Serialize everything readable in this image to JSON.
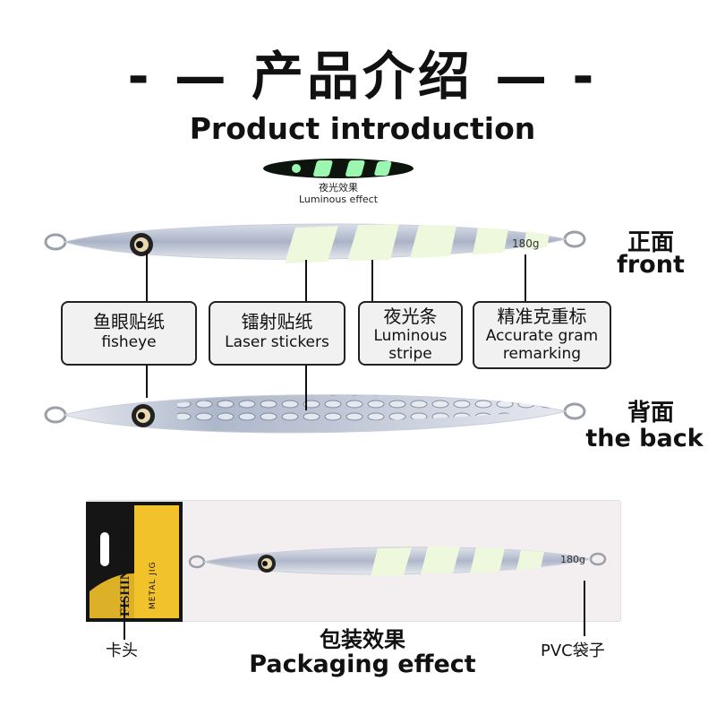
{
  "header": {
    "title_cn": "- — 产品介绍 — -",
    "title_en": "Product introduction"
  },
  "glow": {
    "caption_cn": "夜光效果",
    "caption_en": "Luminous effect"
  },
  "front": {
    "label_cn": "正面",
    "label_en": "front",
    "weight": "180g"
  },
  "callouts": [
    {
      "cn": "鱼眼贴纸",
      "en": "fisheye"
    },
    {
      "cn": "镭射贴纸",
      "en": "Laser stickers"
    },
    {
      "cn": "夜光条",
      "en": "Luminous stripe"
    },
    {
      "cn": "精准克重标",
      "en": "Accurate gram remarking"
    }
  ],
  "back": {
    "label_cn": "背面",
    "label_en": "the back"
  },
  "package": {
    "card_title": "FISHING LURE",
    "card_subtitle": "METAL JIG",
    "weight": "180g",
    "header_label": "卡头",
    "bag_label": "PVC袋子",
    "title_cn": "包装效果",
    "title_en": "Packaging effect"
  },
  "colors": {
    "glow_green": "#9bf7b0",
    "stripe_cream": "#eef8dc",
    "laser_silver": "#b9c3d6",
    "card_yellow": "#f2c22a",
    "card_black": "#151515"
  }
}
